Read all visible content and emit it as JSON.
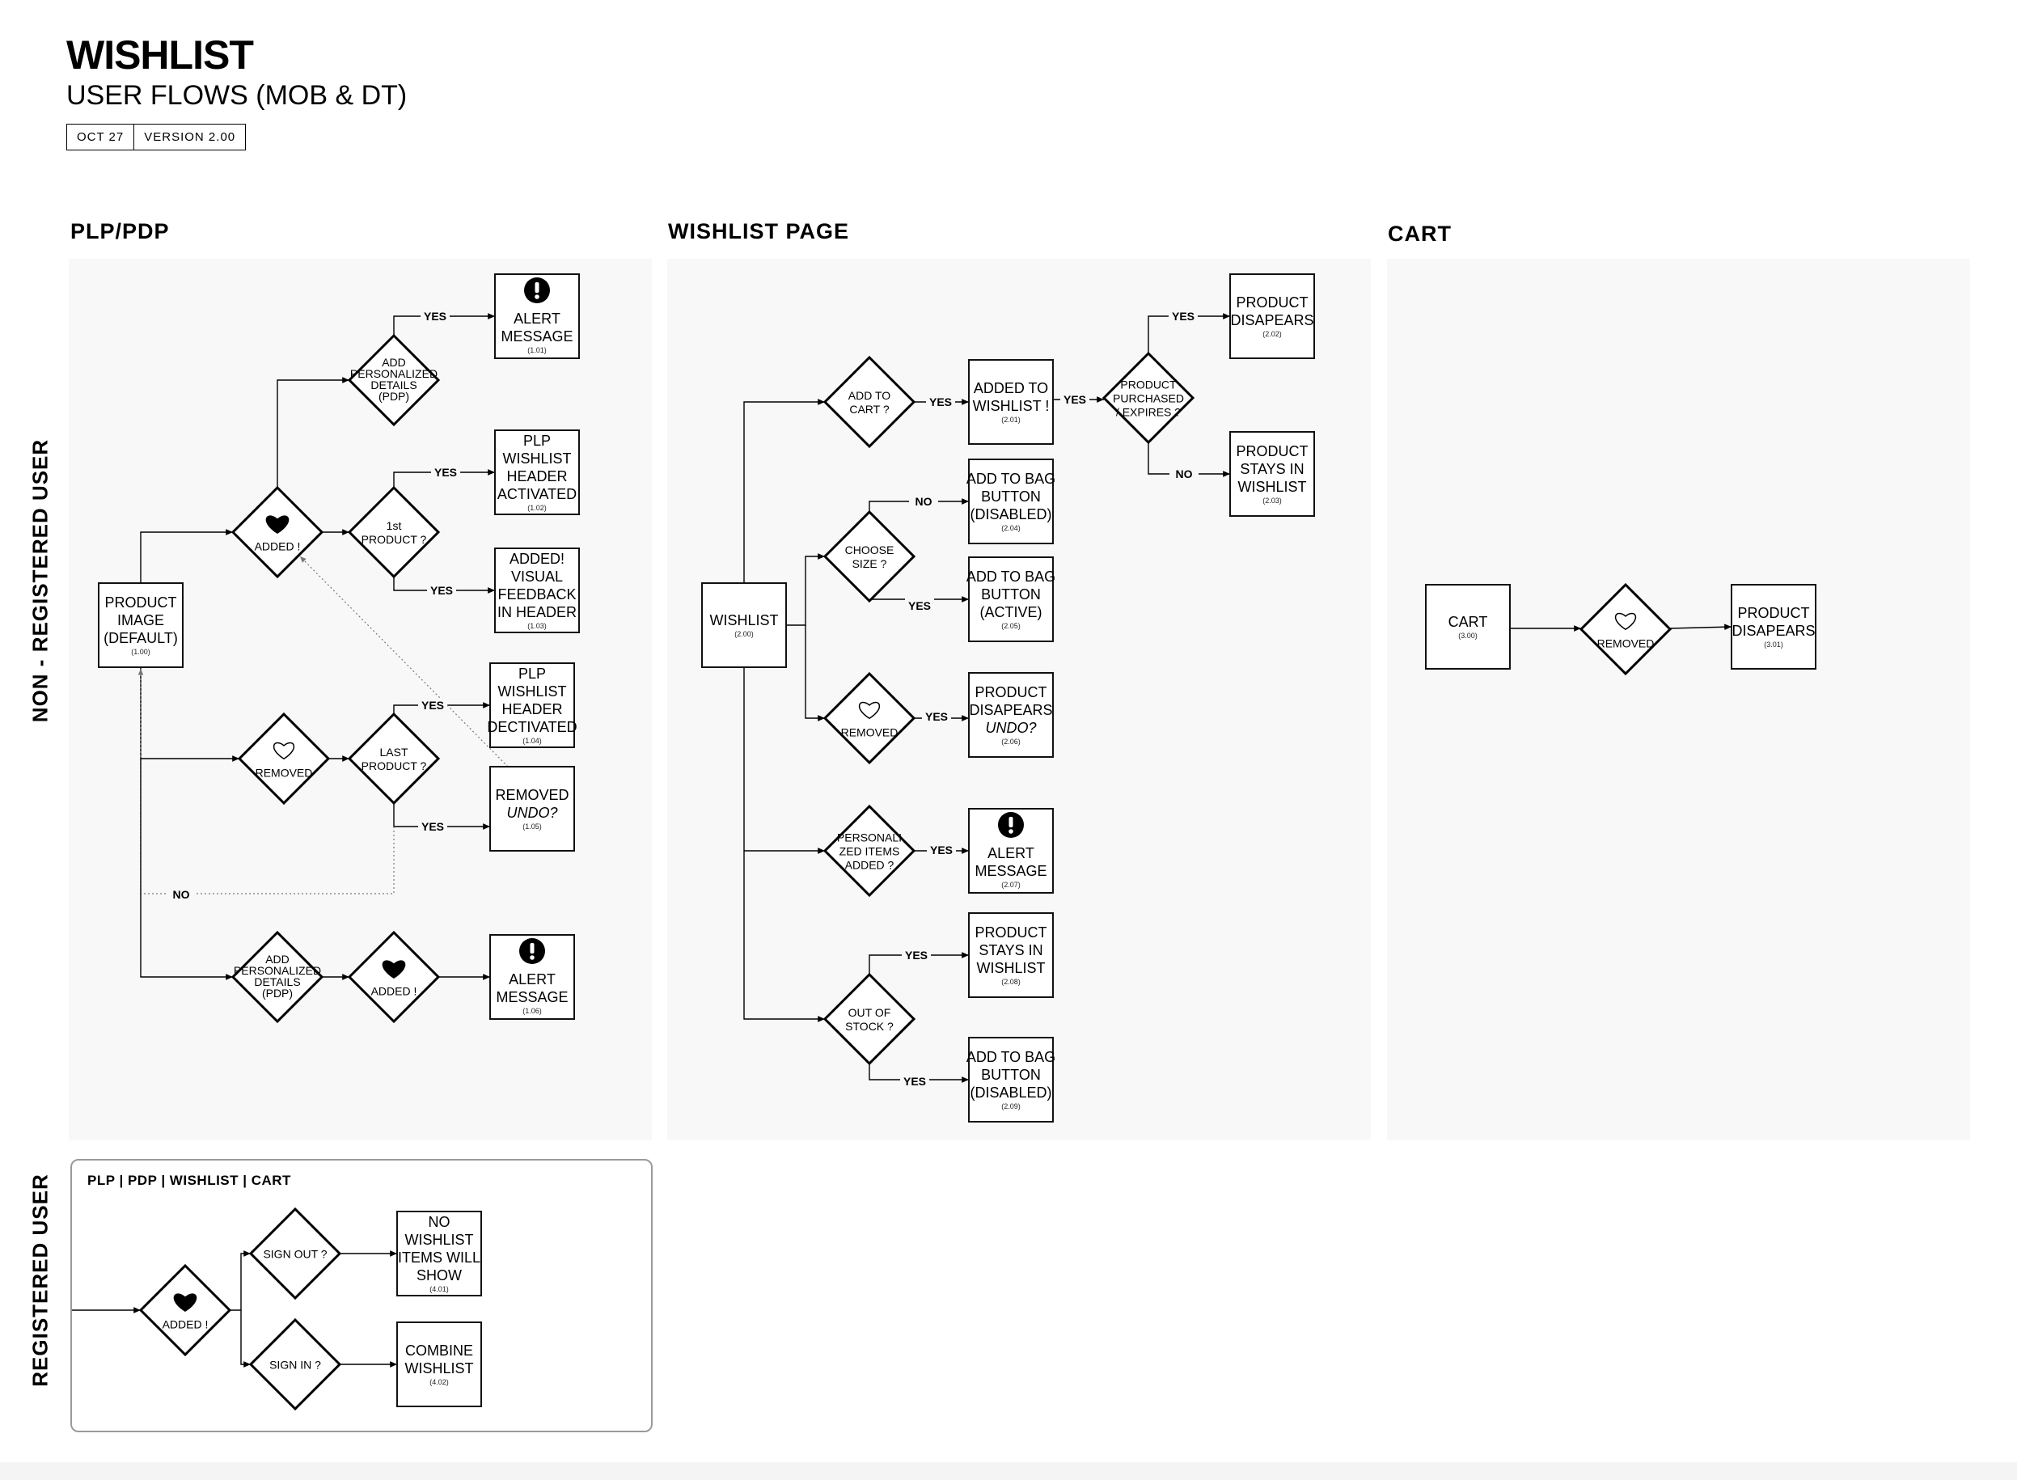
{
  "header": {
    "title": "WISHLIST",
    "subtitle": "USER FLOWS (MOB & DT)",
    "date": "OCT 27",
    "version": "VERSION 2.00"
  },
  "sections": {
    "plp_pdp": "PLP/PDP",
    "wishlist_page": "WISHLIST PAGE",
    "cart": "CART"
  },
  "row_labels": {
    "non_registered": "NON - REGISTERED USER",
    "registered": "REGISTERED USER"
  },
  "registered_header": "PLP | PDP | WISHLIST | CART",
  "icons": {
    "heart_filled": "heart-filled-icon",
    "heart_outline": "heart-outline-icon",
    "alert": "exclamation-circle-icon"
  },
  "nodes": [
    {
      "id": "n100",
      "shape": "box",
      "lines": [
        "PRODUCT",
        "IMAGE",
        "(DEFAULT)"
      ],
      "code": "(1.00)"
    },
    {
      "id": "n_added1",
      "shape": "diamond",
      "icon": "heart-filled-icon",
      "lines": [
        "ADDED !"
      ]
    },
    {
      "id": "n_pers1",
      "shape": "diamond",
      "lines": [
        "ADD",
        "PERSONALIZED",
        "DETAILS",
        "(PDP)"
      ]
    },
    {
      "id": "n101",
      "shape": "box",
      "icon": "exclamation-circle-icon",
      "lines": [
        "ALERT",
        "MESSAGE"
      ],
      "code": "(1.01)"
    },
    {
      "id": "n_first",
      "shape": "diamond",
      "lines": [
        "1st",
        "PRODUCT ?"
      ]
    },
    {
      "id": "n102",
      "shape": "box",
      "lines": [
        "PLP",
        "WISHLIST",
        "HEADER",
        "ACTIVATED"
      ],
      "code": "(1.02)"
    },
    {
      "id": "n103",
      "shape": "box",
      "lines": [
        "ADDED!",
        "VISUAL",
        "FEEDBACK",
        "IN HEADER"
      ],
      "code": "(1.03)"
    },
    {
      "id": "n_rem1",
      "shape": "diamond",
      "icon": "heart-outline-icon",
      "lines": [
        "REMOVED"
      ]
    },
    {
      "id": "n_last",
      "shape": "diamond",
      "lines": [
        "LAST",
        "PRODUCT ?"
      ]
    },
    {
      "id": "n104",
      "shape": "box",
      "lines": [
        "PLP",
        "WISHLIST",
        "HEADER",
        "DECTIVATED"
      ],
      "code": "(1.04)"
    },
    {
      "id": "n105",
      "shape": "box",
      "lines": [
        "REMOVED",
        "UNDO?"
      ],
      "italic_last": true,
      "code": "(1.05)"
    },
    {
      "id": "n_pers2",
      "shape": "diamond",
      "lines": [
        "ADD",
        "PERSONALIZED",
        "DETAILS",
        "(PDP)"
      ]
    },
    {
      "id": "n_added2",
      "shape": "diamond",
      "icon": "heart-filled-icon",
      "lines": [
        "ADDED !"
      ]
    },
    {
      "id": "n106",
      "shape": "box",
      "icon": "exclamation-circle-icon",
      "lines": [
        "ALERT",
        "MESSAGE"
      ],
      "code": "(1.06)"
    },
    {
      "id": "n200",
      "shape": "box",
      "lines": [
        "WISHLIST"
      ],
      "code": "(2.00)"
    },
    {
      "id": "n_addcart",
      "shape": "diamond",
      "lines": [
        "ADD TO",
        "CART ?"
      ]
    },
    {
      "id": "n201",
      "shape": "box",
      "lines": [
        "ADDED TO",
        "WISHLIST !"
      ],
      "code": "(2.01)"
    },
    {
      "id": "n_purch",
      "shape": "diamond",
      "lines": [
        "PRODUCT",
        "PURCHASED",
        "/ EXPIRES ?"
      ]
    },
    {
      "id": "n202",
      "shape": "box",
      "lines": [
        "PRODUCT",
        "DISAPEARS"
      ],
      "code": "(2.02)"
    },
    {
      "id": "n203",
      "shape": "box",
      "lines": [
        "PRODUCT",
        "STAYS IN",
        "WISHLIST"
      ],
      "code": "(2.03)"
    },
    {
      "id": "n_size",
      "shape": "diamond",
      "lines": [
        "CHOOSE",
        "SIZE ?"
      ]
    },
    {
      "id": "n204",
      "shape": "box",
      "lines": [
        "ADD TO BAG",
        "BUTTON",
        "(DISABLED)"
      ],
      "code": "(2.04)"
    },
    {
      "id": "n205",
      "shape": "box",
      "lines": [
        "ADD TO BAG",
        "BUTTON",
        "(ACTIVE)"
      ],
      "code": "(2.05)"
    },
    {
      "id": "n_rem2",
      "shape": "diamond",
      "icon": "heart-outline-icon",
      "lines": [
        "REMOVED"
      ]
    },
    {
      "id": "n206",
      "shape": "box",
      "lines": [
        "PRODUCT",
        "DISAPEARS",
        "UNDO?"
      ],
      "italic_last": true,
      "code": "(2.06)"
    },
    {
      "id": "n_persitems",
      "shape": "diamond",
      "lines": [
        "PERSONALI",
        "ZED ITEMS",
        "ADDED ?"
      ]
    },
    {
      "id": "n207",
      "shape": "box",
      "icon": "exclamation-circle-icon",
      "lines": [
        "ALERT",
        "MESSAGE"
      ],
      "code": "(2.07)"
    },
    {
      "id": "n_stock",
      "shape": "diamond",
      "lines": [
        "OUT OF",
        "STOCK ?"
      ]
    },
    {
      "id": "n208",
      "shape": "box",
      "lines": [
        "PRODUCT",
        "STAYS IN",
        "WISHLIST"
      ],
      "code": "(2.08)"
    },
    {
      "id": "n209",
      "shape": "box",
      "lines": [
        "ADD TO BAG",
        "BUTTON",
        "(DISABLED)"
      ],
      "code": "(2.09)"
    },
    {
      "id": "n300",
      "shape": "box",
      "lines": [
        "CART"
      ],
      "code": "(3.00)"
    },
    {
      "id": "n_rem3",
      "shape": "diamond",
      "icon": "heart-outline-icon",
      "lines": [
        "REMOVED"
      ]
    },
    {
      "id": "n301",
      "shape": "box",
      "lines": [
        "PRODUCT",
        "DISAPEARS"
      ],
      "code": "(3.01)"
    },
    {
      "id": "n_added3",
      "shape": "diamond",
      "icon": "heart-filled-icon",
      "lines": [
        "ADDED !"
      ]
    },
    {
      "id": "n_signout",
      "shape": "diamond",
      "lines": [
        "SIGN OUT ?"
      ]
    },
    {
      "id": "n401",
      "shape": "box",
      "lines": [
        "NO",
        "WISHLIST",
        "ITEMS WILL",
        "SHOW"
      ],
      "code": "(4.01)"
    },
    {
      "id": "n_signin",
      "shape": "diamond",
      "lines": [
        "SIGN IN ?"
      ]
    },
    {
      "id": "n402",
      "shape": "box",
      "lines": [
        "COMBINE",
        "WISHLIST"
      ],
      "code": "(4.02)"
    }
  ],
  "edges": [
    {
      "from": "n100",
      "to": "n_added1"
    },
    {
      "from": "n_added1",
      "to": "n_pers1"
    },
    {
      "from": "n_pers1",
      "to": "n101",
      "label": "YES"
    },
    {
      "from": "n_added1",
      "to": "n_first"
    },
    {
      "from": "n_first",
      "to": "n102",
      "label": "YES"
    },
    {
      "from": "n_first",
      "to": "n103",
      "label": "YES"
    },
    {
      "from": "n100",
      "to": "n_rem1"
    },
    {
      "from": "n_rem1",
      "to": "n_last"
    },
    {
      "from": "n_last",
      "to": "n104",
      "label": "YES"
    },
    {
      "from": "n_last",
      "to": "n105",
      "label": "YES"
    },
    {
      "from": "n_last",
      "to": "n100",
      "label": "NO",
      "style": "dotted"
    },
    {
      "from": "n105",
      "to": "n_added1",
      "style": "dotted"
    },
    {
      "from": "n100",
      "to": "n_pers2"
    },
    {
      "from": "n_pers2",
      "to": "n_added2"
    },
    {
      "from": "n_added2",
      "to": "n106"
    },
    {
      "from": "n200",
      "to": "n_addcart"
    },
    {
      "from": "n_addcart",
      "to": "n201",
      "label": "YES"
    },
    {
      "from": "n201",
      "to": "n_purch",
      "label": "YES"
    },
    {
      "from": "n_purch",
      "to": "n202",
      "label": "YES"
    },
    {
      "from": "n_purch",
      "to": "n203",
      "label": "NO"
    },
    {
      "from": "n200",
      "to": "n_size"
    },
    {
      "from": "n_size",
      "to": "n204",
      "label": "NO"
    },
    {
      "from": "n_size",
      "to": "n205",
      "label": "YES"
    },
    {
      "from": "n200",
      "to": "n_rem2"
    },
    {
      "from": "n_rem2",
      "to": "n206",
      "label": "YES"
    },
    {
      "from": "n200",
      "to": "n_persitems"
    },
    {
      "from": "n_persitems",
      "to": "n207",
      "label": "YES"
    },
    {
      "from": "n200",
      "to": "n_stock"
    },
    {
      "from": "n_stock",
      "to": "n208",
      "label": "YES"
    },
    {
      "from": "n_stock",
      "to": "n209",
      "label": "YES"
    },
    {
      "from": "n300",
      "to": "n_rem3"
    },
    {
      "from": "n_rem3",
      "to": "n301"
    },
    {
      "to": "n_added3"
    },
    {
      "from": "n_added3",
      "to": "n_signout"
    },
    {
      "from": "n_signout",
      "to": "n401"
    },
    {
      "from": "n_added3",
      "to": "n_signin"
    },
    {
      "from": "n_signin",
      "to": "n402"
    }
  ]
}
